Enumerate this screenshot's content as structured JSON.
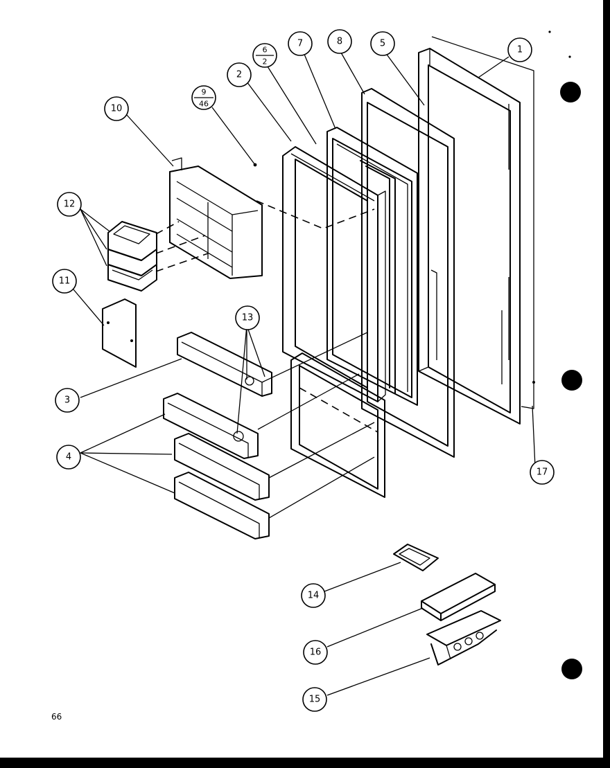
{
  "diagram": {
    "page_number": "66",
    "callouts": [
      {
        "id": "1",
        "text": "1"
      },
      {
        "id": "2",
        "text": "2"
      },
      {
        "id": "3",
        "text": "3"
      },
      {
        "id": "4",
        "text": "4"
      },
      {
        "id": "5",
        "text": "5"
      },
      {
        "id": "7",
        "text": "7"
      },
      {
        "id": "8",
        "text": "8"
      },
      {
        "id": "10",
        "text": "10"
      },
      {
        "id": "11",
        "text": "11"
      },
      {
        "id": "12",
        "text": "12"
      },
      {
        "id": "13",
        "text": "13"
      },
      {
        "id": "14",
        "text": "14"
      },
      {
        "id": "15",
        "text": "15"
      },
      {
        "id": "16",
        "text": "16"
      },
      {
        "id": "17",
        "text": "17"
      }
    ],
    "fraction_callouts": [
      {
        "id": "6-2",
        "top": "6",
        "bottom": "2"
      },
      {
        "id": "9-46",
        "top": "9",
        "bottom": "46"
      }
    ]
  }
}
